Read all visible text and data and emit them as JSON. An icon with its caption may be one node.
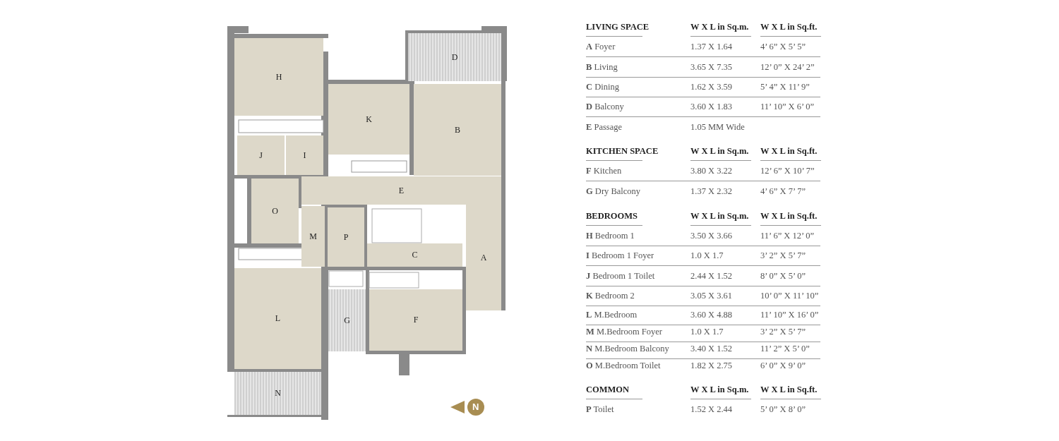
{
  "diagram": {
    "nodes": [
      {
        "text": [
          "H"
        ]
      },
      {
        "text": [
          "D"
        ]
      },
      {
        "text": [
          "K"
        ]
      },
      {
        "text": [
          "B"
        ]
      },
      {
        "text": [
          "I"
        ]
      },
      {
        "text": [
          "J"
        ]
      },
      {
        "text": [
          "E"
        ]
      },
      {
        "text": [
          "O"
        ]
      },
      {
        "text": [
          "M"
        ]
      },
      {
        "text": [
          "P"
        ]
      },
      {
        "text": [
          "C"
        ]
      },
      {
        "text": [
          "A"
        ]
      },
      {
        "text": [
          "F"
        ]
      },
      {
        "text": [
          "G"
        ]
      },
      {
        "text": [
          "L"
        ]
      },
      {
        "text": [
          "N"
        ]
      }
    ],
    "labels": [
      "N",
      "LIVING SPACE",
      "W X L in Sq.m.",
      "W X L in Sq.ft.",
      "**A** Foyer",
      "1.37 X 1.64",
      "4’ 6” X 5’ 5”",
      "**B** Living",
      "3.65 X 7.35",
      "12’ 0” X 24’ 2”",
      "**C** Dining",
      "1.62 X 3.59",
      "5’ 4” X 11’ 9”",
      "**D** Balcony",
      "3.60 X 1.83",
      "11’ 10” X 6’ 0”",
      "**E** Passage",
      "1.05 MM Wide",
      "KITCHEN SPACE",
      "W X L in Sq.m.",
      "W X L in Sq.ft.",
      "**F** Kitchen",
      "3.80 X 3.22",
      "12’ 6” X 10’ 7”",
      "**G** Dry Balcony",
      "1.37 X 2.32",
      "4’ 6” X 7’ 7”",
      "BEDROOMS",
      "W X L in Sq.m.",
      "W X L in Sq.ft.",
      "**H** Bedroom 1",
      "3.50 X 3.66",
      "11’ 6” X 12’ 0”",
      "**I** Bedroom 1 Foyer",
      "1.0 X 1.7",
      "3’ 2” X 5’ 7”",
      "**J** Bedroom 1 Toilet",
      "2.44 X 1.52",
      "8’ 0” X 5’ 0”",
      "**K** Bedroom 2",
      "3.05 X 3.61",
      "10’ 0” X 11’ 10”",
      "**L** M.Bedroom",
      "3.60 X 4.88",
      "11’ 10” X 16’ 0”",
      "**M** M.Bedroom Foyer",
      "1.0 X 1.7",
      "3’ 2” X 5’ 7”",
      "**N** M.Bedroom Balcony",
      "3.40 X 1.52",
      "11’ 2” X 5’ 0”",
      "**O** M.Bedroom Toilet",
      "1.82 X 2.75",
      "6’ 0” X 9’ 0”",
      "COMMON",
      "W X L in Sq.m.",
      "W X L in Sq.ft.",
      "**P** Toilet",
      "1.52 X 2.44",
      "5’ 0” X 8’ 0”"
    ]
  }
}
